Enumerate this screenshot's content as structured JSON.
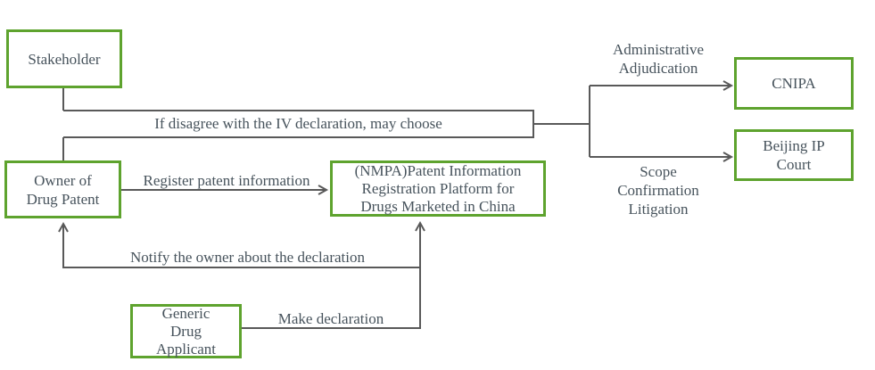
{
  "diagram": {
    "title": "Drug patent linkage dispute flow (China)",
    "colors": {
      "node_border_green": "#5ea32e",
      "connector_gray": "#595959",
      "text_slate": "#47535c",
      "background": "#ffffff"
    },
    "boxes": {
      "stakeholder": {
        "lines": [
          "Stakeholder"
        ]
      },
      "owner": {
        "lines": [
          "Owner of",
          "Drug Patent"
        ]
      },
      "nmpa": {
        "lines": [
          "(NMPA)Patent Information",
          "Registration Platform for",
          "Drugs Marketed in China"
        ]
      },
      "generic": {
        "lines": [
          "Generic",
          "Drug",
          "Applicant"
        ]
      },
      "cnipa": {
        "lines": [
          "CNIPA"
        ]
      },
      "beijing_ip_court": {
        "lines": [
          "Beijing IP",
          "Court"
        ]
      }
    },
    "edge_labels": {
      "disagree": "If disagree with the IV declaration, may choose",
      "administrative": [
        "Administrative",
        "Adjudication"
      ],
      "scope": [
        "Scope",
        "Confirmation",
        "Litigation"
      ],
      "register": "Register patent information",
      "notify": "Notify the owner about the declaration",
      "make_declaration": "Make declaration"
    }
  }
}
